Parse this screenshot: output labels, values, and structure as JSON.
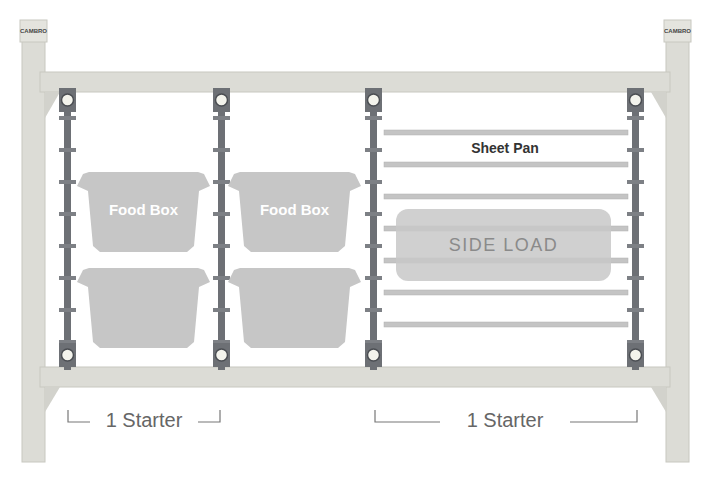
{
  "diagram": {
    "nodes": [
      {
        "text": [
          "Food Box"
        ]
      },
      {
        "text": [
          "Food Box"
        ]
      },
      {
        "text": [
          "SIDE LOAD"
        ]
      }
    ],
    "labels": [
      "CAMBRO",
      "CAMBRO",
      "Sheet Pan",
      "1 Starter",
      "1 Starter"
    ]
  }
}
